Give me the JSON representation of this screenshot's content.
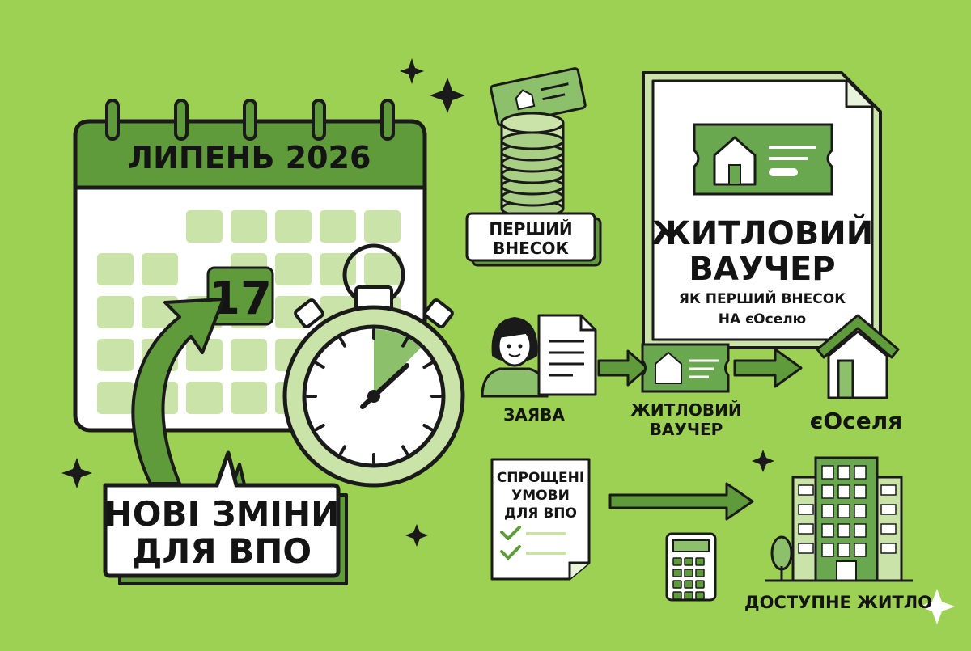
{
  "calendar": {
    "month_title": "ЛИПЕНЬ 2026",
    "highlight_day": "17"
  },
  "badge": {
    "line1": "НОВІ ЗМІНИ",
    "line2": "ДЛЯ ВПО"
  },
  "coins": {
    "line1": "ПЕРШИЙ",
    "line2": "ВНЕСОК"
  },
  "document": {
    "title_line1": "ЖИТЛОВИЙ",
    "title_line2": "ВАУЧЕР",
    "subtitle_line1": "ЯК ПЕРШИЙ ВНЕСОК",
    "subtitle_line2": "НА єОселю"
  },
  "flow": {
    "application_label": "ЗАЯВА",
    "voucher_label_line1": "ЖИТЛОВИЙ",
    "voucher_label_line2": "ВАУЧЕР",
    "eoselia_label": "єОселя"
  },
  "checklist": {
    "line1": "СПРОЩЕНІ",
    "line2": "УМОВИ",
    "line3": "ДЛЯ ВПО"
  },
  "housing": {
    "label": "ДОСТУПНЕ ЖИТЛО"
  },
  "colors": {
    "background": "#9dd154",
    "dark_green": "#5f9a3b",
    "mid_green": "#8cc06a",
    "light_green": "#c9e3a8",
    "outline": "#1a1a1a"
  }
}
